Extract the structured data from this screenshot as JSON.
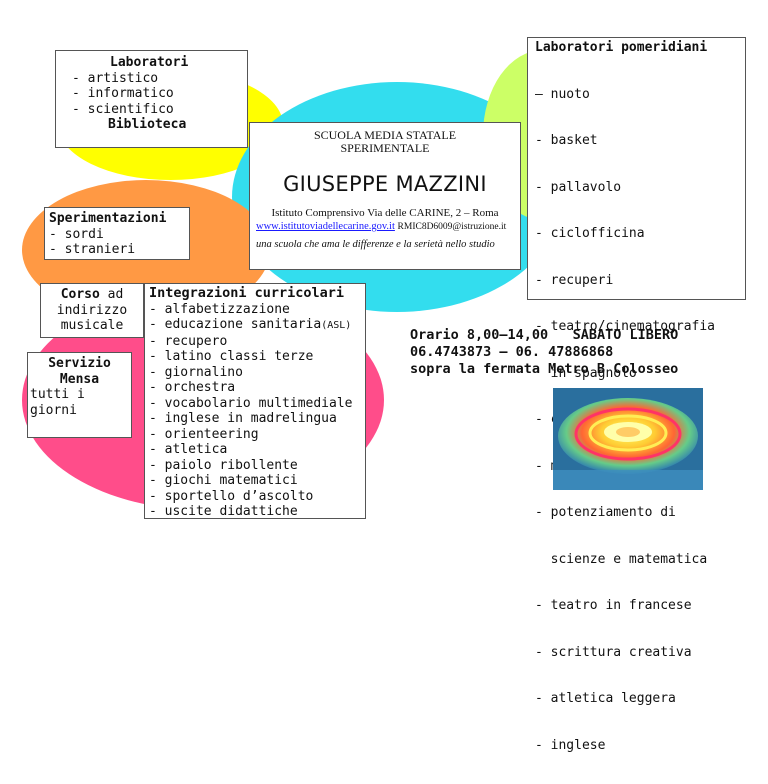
{
  "laboratori": {
    "title": "Laboratori",
    "items": [
      "- artistico",
      "- informatico",
      "- scientifico"
    ],
    "biblioteca": "Biblioteca"
  },
  "header": {
    "line1": "SCUOLA MEDIA STATALE",
    "line2": "SPERIMENTALE",
    "name": "GIUSEPPE MAZZINI",
    "address": "Istituto Comprensivo Via delle CARINE, 2 – Roma",
    "website": "www.istitutoviadellecarine.gov.it",
    "email": "RMIC8D6009@istruzione.it",
    "motto": "una scuola che ama le differenze e la serietà nello studio"
  },
  "pomeridiani": {
    "title": "Laboratori pomeridiani",
    "items": [
      "– nuoto",
      "- basket",
      "- pallavolo",
      "- ciclofficina",
      "- recuperi",
      "- teatro/cinematografia",
      "  in spagnolo",
      "- cineforum",
      "- musical",
      "- potenziamento di",
      "  scienze e matematica",
      "- teatro in francese",
      "- scrittura creativa",
      "- atletica leggera",
      "- inglese"
    ]
  },
  "sperimentazioni": {
    "title": "Sperimentazioni",
    "items": [
      "- sordi",
      "- stranieri"
    ]
  },
  "corso": {
    "bold": "Corso",
    "rest": " ad",
    "line2": "indirizzo",
    "line3": "musicale"
  },
  "integrazioni": {
    "title": "Integrazioni curricolari",
    "items": [
      "- alfabetizzazione",
      "- educazione sanitaria",
      "- recupero",
      "- latino classi terze",
      "- giornalino",
      "- orchestra",
      "- vocabolario multimediale",
      "- inglese in madrelingua",
      "- orienteering",
      "- atletica",
      "- paiolo ribollente",
      "- giochi matematici",
      "- sportello d’ascolto",
      "- uscite didattiche"
    ],
    "asl": "(ASL)"
  },
  "mensa": {
    "line1": "Servizio",
    "line2": "Mensa",
    "line3": "tutti i",
    "line4": "giorni"
  },
  "info": {
    "orario": "Orario 8,00–14,00",
    "sabato": "SABATO LIBERO",
    "phones": "06.4743873 – 06. 47886868",
    "metro": "sopra la fermata Metro B Colosseo"
  },
  "colors": {
    "yellow": "#ffff00",
    "cyan": "#33ddee",
    "green": "#ccff66",
    "orange": "#ff9944",
    "pink": "#ff4d8a"
  }
}
